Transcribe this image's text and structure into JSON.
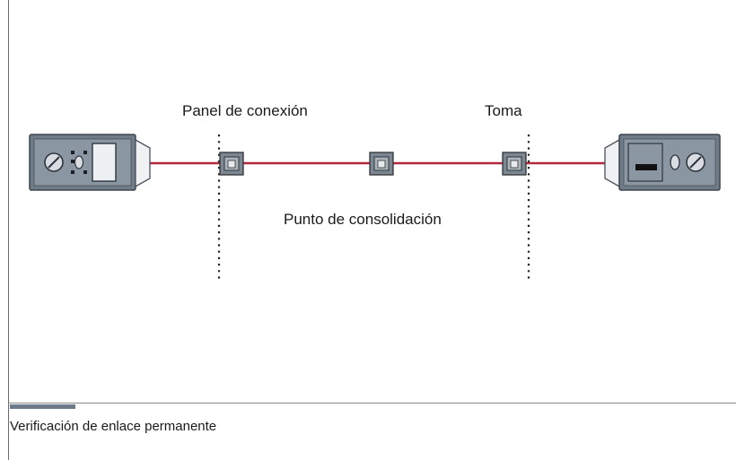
{
  "labels": {
    "patch_panel": "Panel de conexión",
    "outlet": "Toma",
    "consolidation_point": "Punto de consolidación"
  },
  "caption": "Verificación de enlace permanente",
  "colors": {
    "cable": "#b2283c",
    "device_body": "#6f7b86",
    "device_frame": "#3d4650",
    "connector": "#7b8894",
    "footer_tab": "#6d7a8c"
  },
  "icons": {
    "main_tester": "tester-main-unit-icon",
    "remote_tester": "tester-remote-unit-icon",
    "connector": "rj45-connector-icon"
  }
}
